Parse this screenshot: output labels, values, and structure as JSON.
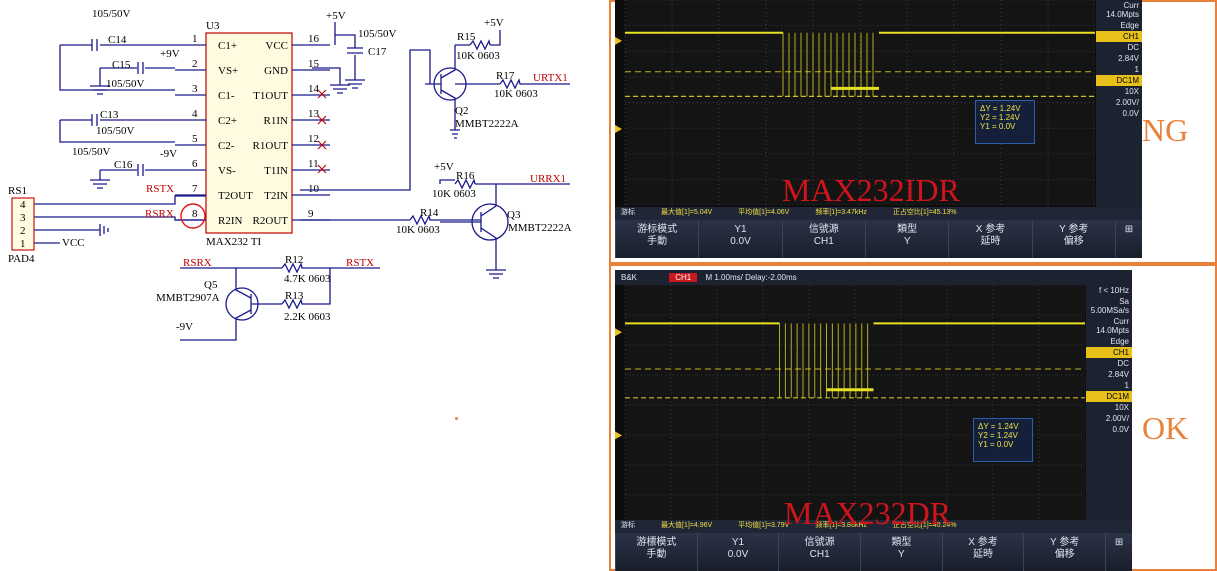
{
  "schematic": {
    "ic_ref": "U3",
    "ic_part": "MAX232 TI",
    "left_pins": [
      {
        "num": "1",
        "name": "C1+"
      },
      {
        "num": "2",
        "name": "VS+"
      },
      {
        "num": "3",
        "name": "C1-"
      },
      {
        "num": "4",
        "name": "C2+"
      },
      {
        "num": "5",
        "name": "C2-"
      },
      {
        "num": "6",
        "name": "VS-"
      },
      {
        "num": "7",
        "name": "T2OUT"
      },
      {
        "num": "8",
        "name": "R2IN"
      }
    ],
    "right_pins": [
      {
        "num": "16",
        "name": "VCC"
      },
      {
        "num": "15",
        "name": "GND"
      },
      {
        "num": "14",
        "name": "T1OUT"
      },
      {
        "num": "13",
        "name": "R1IN"
      },
      {
        "num": "12",
        "name": "R1OUT"
      },
      {
        "num": "11",
        "name": "T1IN"
      },
      {
        "num": "10",
        "name": "T2IN"
      },
      {
        "num": "9",
        "name": "R2OUT"
      }
    ],
    "caps": {
      "c14": "C14",
      "c14_val": "105/50V",
      "c15": "C15",
      "c15_val": "105/50V",
      "c13": "C13",
      "c13_val": "105/50V",
      "c13_val2": "105/50V",
      "c16": "C16",
      "c16_val": "105/50V",
      "c17": "C17",
      "c17_val": "105/50V"
    },
    "supply": {
      "p9": "+9V",
      "m9": "-9V",
      "p5": "+5V",
      "m9b": "-9V",
      "vcc": "VCC"
    },
    "resistors": {
      "r15": "R15",
      "r15_val": "10K 0603",
      "r17": "R17",
      "r17_val": "10K 0603",
      "r16": "R16",
      "r16_val": "10K 0603",
      "r14": "R14",
      "r14_val": "10K 0603",
      "r12": "R12",
      "r12_val": "4.7K 0603",
      "r13": "R13",
      "r13_val": "2.2K 0603"
    },
    "transistors": {
      "q2": "Q2",
      "q2_part": "MMBT2222A",
      "q3": "Q3",
      "q3_part": "MMBT2222A",
      "q5": "Q5",
      "q5_part": "MMBT2907A"
    },
    "nets": {
      "urtx1": "URTX1",
      "urrx1": "URRX1",
      "rstx": "RSTX",
      "rsrx": "RSRX",
      "rsrx2": "RSRX",
      "rstx2": "RSTX"
    },
    "connector": {
      "ref": "RS1",
      "part": "PAD4",
      "pins": [
        "4",
        "3",
        "2",
        "1"
      ]
    }
  },
  "scopes": [
    {
      "id": "ng",
      "side_label": "NG",
      "chip_label": "MAX232IDR",
      "header_brand": "",
      "header_ch": "",
      "header_timebase": "",
      "right_panel": [
        "Curr 14.0Mpts",
        "Edge",
        "CH1",
        "DC",
        "2.84V",
        "1",
        "DC1M",
        "10X",
        "2.00V/",
        "0.0V"
      ],
      "cursor": [
        "ΔY = 1.24V",
        "Y2 = 1.24V",
        "Y1 = 0.0V"
      ],
      "stats": [
        "最大值[1]=5.04V",
        "平均值[1]=4.06V",
        "频率[1]=3.47kHz",
        "正占空比[1]=45.13%"
      ],
      "menu_title": "游标",
      "menu": [
        {
          "top": "游标模式",
          "bottom": "手動"
        },
        {
          "top": "Y1",
          "bottom": "0.0V"
        },
        {
          "top": "信號源",
          "bottom": "CH1"
        },
        {
          "top": "類型",
          "bottom": "Y"
        },
        {
          "top": "X 参考",
          "bottom": "延時"
        },
        {
          "top": "Y 参考",
          "bottom": "偏移"
        }
      ]
    },
    {
      "id": "ok",
      "side_label": "OK",
      "chip_label": "MAX232DR",
      "header_brand": "B&K",
      "header_ch": "CH1",
      "header_timebase": "M 1.00ms/ Delay:-2.00ms",
      "right_panel": [
        "f < 10Hz",
        "Sa 5.00MSa/s",
        "Curr 14.0Mpts",
        "Edge",
        "CH1",
        "DC",
        "2.84V",
        "1",
        "DC1M",
        "10X",
        "2.00V/",
        "0.0V"
      ],
      "cursor": [
        "ΔY = 1.24V",
        "Y2 = 1.24V",
        "Y1 = 0.0V"
      ],
      "stats": [
        "最大值[1]=4.96V",
        "平均值[1]=3.79V",
        "频率[1]=3.86kHz",
        "正占空比[1]=40.24%"
      ],
      "menu_title": "游标",
      "menu": [
        {
          "top": "游標模式",
          "bottom": "手動"
        },
        {
          "top": "Y1",
          "bottom": "0.0V"
        },
        {
          "top": "信號源",
          "bottom": "CH1"
        },
        {
          "top": "類型",
          "bottom": "Y"
        },
        {
          "top": "X 参考",
          "bottom": "延時"
        },
        {
          "top": "Y 参考",
          "bottom": "偏移"
        }
      ]
    }
  ],
  "colors": {
    "trace": "#e8e020",
    "grid": "#3a3a3a",
    "accent": "#e8823a",
    "chip_label": "#d0141c"
  }
}
